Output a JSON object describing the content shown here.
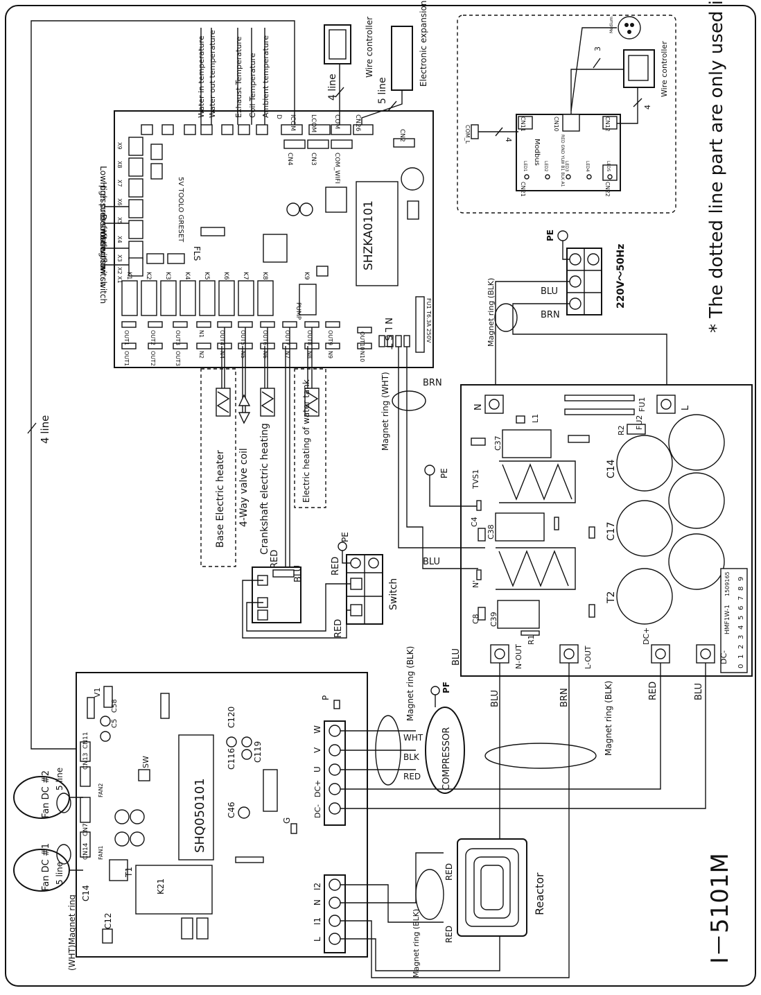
{
  "model": "I－5101M",
  "note": "* The dotted line part are only used in some models",
  "main_board": {
    "code": "SHZKA0101",
    "fls": "FLS",
    "jumper_text": "5V TOOLO GRESET",
    "pump": "PUMP",
    "fuse": "FU1 T6.3A 250V",
    "relays": [
      "K1",
      "K2",
      "K3",
      "K4",
      "K5",
      "K6",
      "K7",
      "K8",
      "K9"
    ],
    "outputs": [
      "OUT1",
      "OUT2",
      "OUT3",
      "N1",
      "OUT4",
      "OUT5",
      "OUT6",
      "OUT7",
      "OUT8",
      "OUT9",
      "OUT10"
    ],
    "neutrals": [
      "OUT1",
      "OUT2",
      "OUT3",
      "N2",
      "N4",
      "N5",
      "N6",
      "N7",
      "N8",
      "N9",
      "N10"
    ],
    "terminals": "N L S T",
    "connectors": [
      "CN4",
      "CN3",
      "COM_WIFI",
      "CN2",
      "CN26",
      "COM",
      "LCOM",
      "ICOM",
      "D"
    ],
    "sensors": [
      "Water in temperature",
      "Water out temperature",
      "Exhaust Temperature",
      "Coil Temperature",
      "Ambient temperature"
    ],
    "switches": [
      "Low pressure switch",
      "High pressure switch",
      "Defrosting switch",
      "Water flow switch"
    ],
    "left_pins": [
      "X9",
      "X8",
      "X7",
      "X6",
      "X5",
      "X4",
      "X3",
      "X2",
      "X1"
    ]
  },
  "labels": {
    "wire_controller": "Wire controller",
    "eev": "Electronic expansion valve",
    "four_line": "4 line",
    "five_line": "5 line",
    "base_heater": "Base Electric heater",
    "four_way": "4-Way valve coil",
    "crankshaft": "Crankshaft electric heating",
    "tank_heating": "Electric heating of water tank",
    "red": "RED",
    "blu": "BLU",
    "brn": "BRN",
    "wht": "WHT",
    "blk": "BLK",
    "pe": "PE",
    "pf": "PF",
    "switch": "Switch",
    "magnet_ring_wht": "Magnet ring (WHT)",
    "magnet_ring_blk": "Magnet ring (BLK)",
    "power": "220V～50Hz",
    "compressor": "COMPRESSOR",
    "reactor": "Reactor",
    "fan1": "Fan DC #1",
    "fan2": "Fan DC #2",
    "wht_magnet_ring": "(WHT)Magnet ring"
  },
  "inset": {
    "cn11": "CN11",
    "cn10": "CN10",
    "cn12": "CN12",
    "modbus": "Modbus",
    "com_l": "COM_L",
    "cn21": "CN21",
    "cn22": "CN22",
    "leds": [
      "LED1",
      "LED2",
      "LED3",
      "LED4",
      "LED5"
    ],
    "pin_labels": "RED GND YLW B1 BLK A1",
    "wire_controller": "Wire controller",
    "wire_count_a": "4",
    "wire_count_b": "3",
    "wire_count_c": "4",
    "medium": "Medium"
  },
  "filter_board": {
    "part": "HMF1W-1",
    "serial": "1509165",
    "terms": [
      "N",
      "L",
      "N-OUT",
      "L-OUT",
      "DC+",
      "DC-"
    ],
    "parts": [
      "L1",
      "C37",
      "FU1",
      "FU2",
      "R2",
      "TVS1",
      "C14",
      "C38",
      "C4",
      "C17",
      "N'",
      "C8",
      "C39",
      "R1",
      "T2"
    ],
    "scale": [
      "0",
      "1",
      "2",
      "3",
      "4",
      "5",
      "6",
      "7",
      "8",
      "9"
    ]
  },
  "driver_board": {
    "code": "SHQ050101",
    "parts": [
      "V1",
      "C5",
      "C58",
      "C116",
      "C119",
      "C120",
      "C46",
      "SW",
      "CN14",
      "CN13",
      "FAN1",
      "FAN2",
      "CN11",
      "CN7",
      "C14",
      "C12",
      "T1",
      "K21",
      "G",
      "P"
    ],
    "out_terms": [
      "W",
      "V",
      "U",
      "DC+",
      "DC-"
    ],
    "in_terms": [
      "I2",
      "N",
      "I1",
      "L"
    ],
    "comp_wires": [
      "WHT",
      "BLK",
      "RED"
    ]
  }
}
